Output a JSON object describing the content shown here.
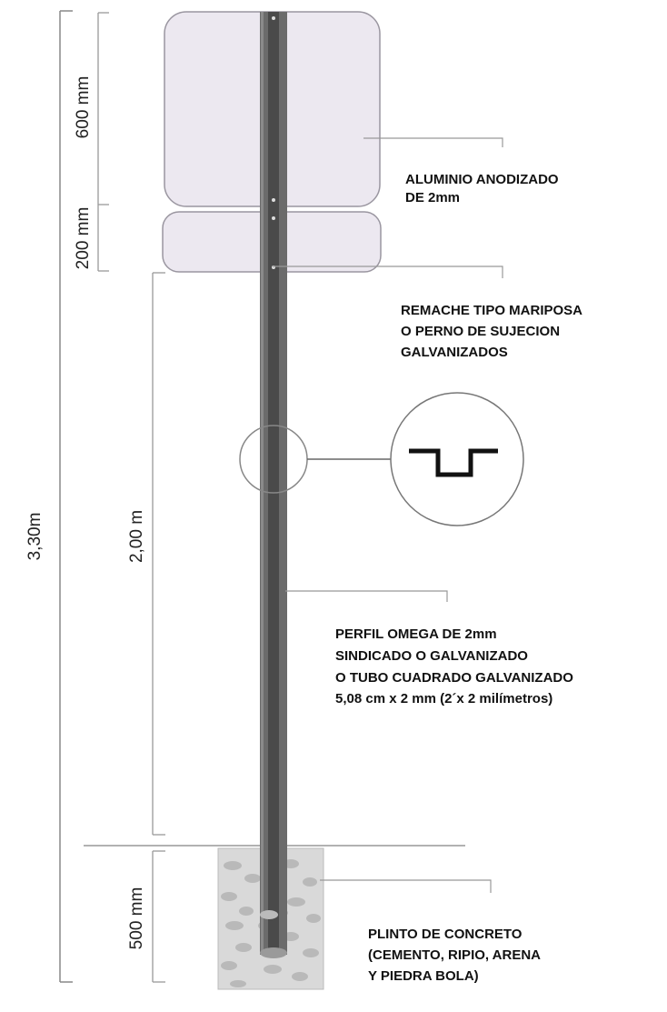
{
  "dimensions": {
    "total_height": "3,30m",
    "panel_height": "600 mm",
    "sub_panel_height": "200 mm",
    "post_height": "2,00 m",
    "footing_depth": "500 mm"
  },
  "labels": {
    "panel_material": [
      "ALUMINIO ANODIZADO",
      "DE 2mm"
    ],
    "fastener": [
      "REMACHE TIPO MARIPOSA",
      "O PERNO DE SUJECION",
      "GALVANIZADOS"
    ],
    "post_profile": [
      "PERFIL OMEGA DE 2mm",
      "SINDICADO O GALVANIZADO",
      "O TUBO CUADRADO GALVANIZADO",
      "5,08 cm x 2 mm (2´x 2 milímetros)"
    ],
    "footing": [
      "PLINTO DE CONCRETO",
      "(CEMENTO, RIPIO, ARENA",
      "Y PIEDRA BOLA)"
    ]
  },
  "colors": {
    "panel_fill": "#ece8f0",
    "panel_stroke": "#9a96a0",
    "post": "#6b6b6b",
    "post_core": "#4a4a4a",
    "concrete": "#d9d9d9",
    "stone": "#b9b9b9",
    "leader": "#999999"
  },
  "icons": {
    "profile_detail": "omega-profile-icon"
  }
}
